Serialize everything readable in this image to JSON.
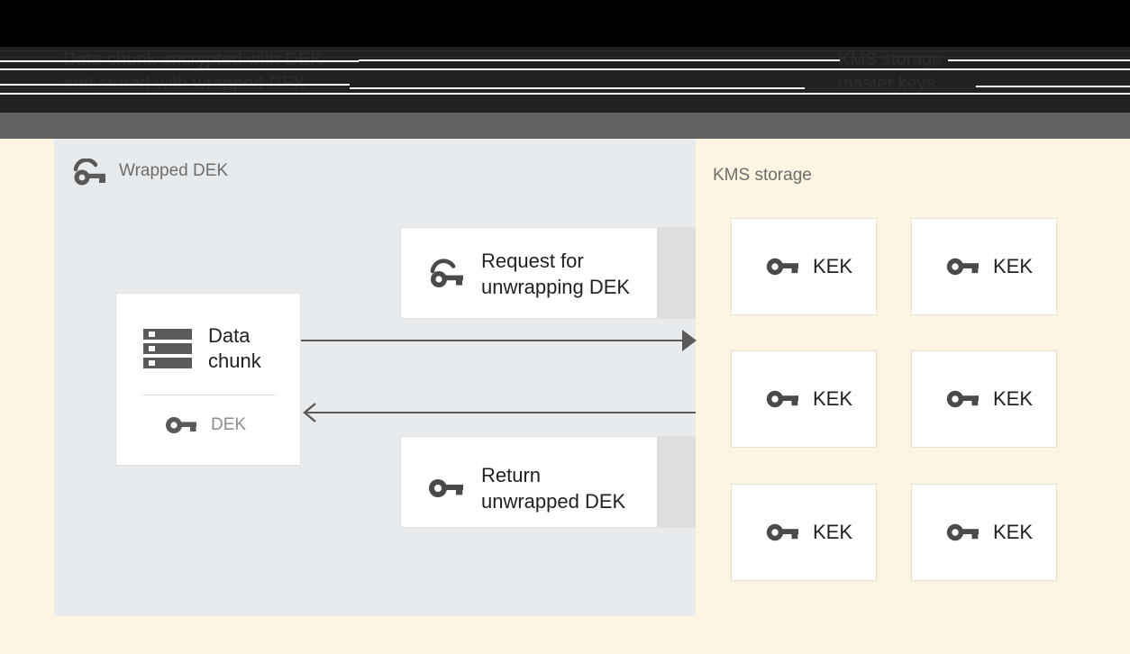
{
  "header": {
    "caption_line1": "Data chunk encrypted with DEK",
    "caption_line2": "and stored with wrapped DEK",
    "caption_right_line1": "KMS storage",
    "caption_right_line2": "master keys"
  },
  "colors": {
    "page_background": "#fdf5e1",
    "left_panel": "#e8ebee",
    "card_background": "#ffffff",
    "card_shadow": "#dedede",
    "arrow": "#5a5a5a",
    "icon": "#5a5a5a",
    "icon_muted": "#8c8c8c",
    "title_text": "#6d6d6d",
    "body_text": "#212121",
    "band_black": "#000000",
    "band_dark": "#212121",
    "band_mid": "#616161"
  },
  "left_panel": {
    "title": "Wrapped DEK",
    "title_icon": "wrapped-key-icon",
    "data_chunk": {
      "icon": "storage-icon",
      "label": "Data\nchunk",
      "key_icon": "key-icon",
      "key_label": "DEK"
    },
    "messages": [
      {
        "icon": "wrapped-key-icon",
        "label": "Request for\nunwrapping DEK"
      },
      {
        "icon": "key-icon",
        "label": "Return\nunwrapped DEK"
      }
    ],
    "arrows": [
      {
        "name": "request-arrow",
        "direction": "right"
      },
      {
        "name": "return-arrow",
        "direction": "left"
      }
    ]
  },
  "right_panel": {
    "title": "KMS storage",
    "keys": [
      {
        "icon": "key-icon",
        "label": "KEK"
      },
      {
        "icon": "key-icon",
        "label": "KEK"
      },
      {
        "icon": "key-icon",
        "label": "KEK"
      },
      {
        "icon": "key-icon",
        "label": "KEK"
      },
      {
        "icon": "key-icon",
        "label": "KEK"
      },
      {
        "icon": "key-icon",
        "label": "KEK"
      }
    ]
  }
}
